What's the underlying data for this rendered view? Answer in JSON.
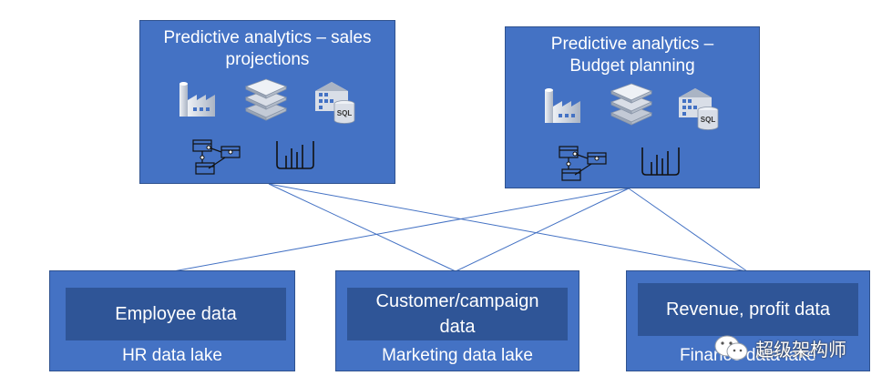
{
  "analytics": [
    {
      "title_line1": "Predictive analytics – sales",
      "title_line2": "projections"
    },
    {
      "title_line1": "Predictive analytics –",
      "title_line2": "Budget planning"
    }
  ],
  "lakes": [
    {
      "data_label_line1": "Employee data",
      "data_label_line2": "",
      "lake_label": "HR data lake"
    },
    {
      "data_label_line1": "Customer/campaign",
      "data_label_line2": "data",
      "lake_label": "Marketing data lake"
    },
    {
      "data_label_line1": "Revenue, profit data",
      "data_label_line2": "",
      "lake_label": "Finance data lake"
    }
  ],
  "icons": [
    "factory-icon",
    "layers-icon",
    "sql-warehouse-icon",
    "data-model-icon",
    "analytics-chart-icon"
  ],
  "colors": {
    "box": "#4472c4",
    "inner": "#2f5597",
    "line": "#4472c4"
  },
  "watermark": {
    "text": "超级架构师"
  }
}
